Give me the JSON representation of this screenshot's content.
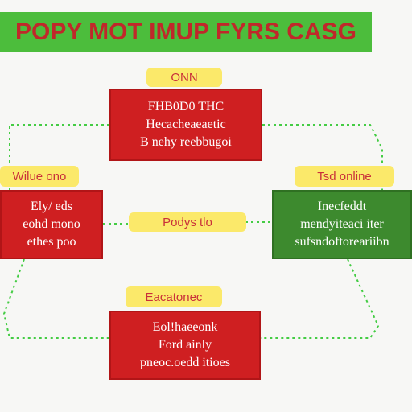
{
  "title": "POPY MOT IMUP FYRS CASG",
  "colors": {
    "banner": "#4cbd3c",
    "title_text": "#c0282a",
    "red_box": "#cf1f21",
    "green_box": "#3d8a2e",
    "tag_bg": "#fbe96a",
    "connector": "#44cc44"
  },
  "nodes": {
    "top": {
      "tag": "ONN",
      "lines": [
        "FHB0D0 THC",
        "Hecacheaeaetic",
        "B nehy reebbugoi"
      ]
    },
    "left": {
      "tag": "Wilue ono",
      "lines": [
        "Ely/ eds",
        "eohd mono",
        "ethes poo"
      ]
    },
    "center": {
      "tag": "Podys  tlo"
    },
    "right": {
      "tag": "Tsd online",
      "lines": [
        "Inecfeddt",
        "mendyiteaci iter",
        "sufsndoftoreariibn"
      ]
    },
    "bottom": {
      "tag": "Eacatonec",
      "lines": [
        "Eol!haeeonk",
        "Ford ainly",
        "pneoc.oedd itioes"
      ]
    }
  }
}
